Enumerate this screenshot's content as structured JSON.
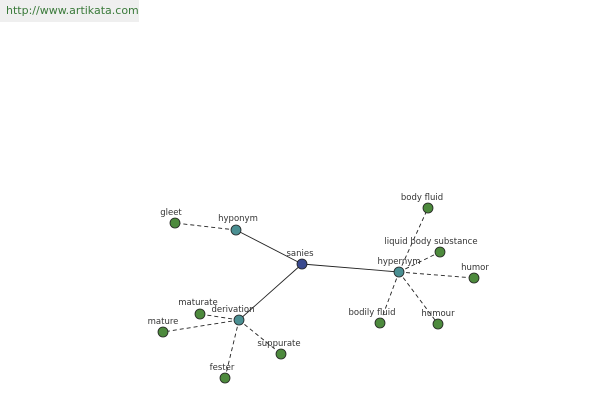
{
  "header": {
    "url": "http://www.artikata.com"
  },
  "colors": {
    "center": "#3a4a8f",
    "category": "#4a8f92",
    "leaf": "#4d8a3d",
    "edge": "#222222"
  },
  "graph": {
    "nodes": [
      {
        "id": "sanies",
        "label": "sanies",
        "kind": "center"
      },
      {
        "id": "hyponym",
        "label": "hyponym",
        "kind": "category"
      },
      {
        "id": "derivation",
        "label": "derivation",
        "kind": "category"
      },
      {
        "id": "hypernym",
        "label": "hypernym",
        "kind": "category"
      },
      {
        "id": "gleet",
        "label": "gleet",
        "kind": "leaf"
      },
      {
        "id": "maturate",
        "label": "maturate",
        "kind": "leaf"
      },
      {
        "id": "mature",
        "label": "mature",
        "kind": "leaf"
      },
      {
        "id": "fester",
        "label": "fester",
        "kind": "leaf"
      },
      {
        "id": "suppurate",
        "label": "suppurate",
        "kind": "leaf"
      },
      {
        "id": "body-fluid",
        "label": "body fluid",
        "kind": "leaf"
      },
      {
        "id": "liquid-body-substance",
        "label": "liquid body substance",
        "kind": "leaf"
      },
      {
        "id": "humor",
        "label": "humor",
        "kind": "leaf"
      },
      {
        "id": "humour",
        "label": "humour",
        "kind": "leaf"
      },
      {
        "id": "bodily-fluid",
        "label": "bodily fluid",
        "kind": "leaf"
      }
    ],
    "edges": [
      {
        "from": "sanies",
        "to": "hyponym",
        "style": "solid"
      },
      {
        "from": "sanies",
        "to": "derivation",
        "style": "solid"
      },
      {
        "from": "sanies",
        "to": "hypernym",
        "style": "solid"
      },
      {
        "from": "hyponym",
        "to": "gleet",
        "style": "dashed"
      },
      {
        "from": "derivation",
        "to": "maturate",
        "style": "dashed"
      },
      {
        "from": "derivation",
        "to": "mature",
        "style": "dashed"
      },
      {
        "from": "derivation",
        "to": "fester",
        "style": "dashed"
      },
      {
        "from": "derivation",
        "to": "suppurate",
        "style": "dashed"
      },
      {
        "from": "hypernym",
        "to": "body-fluid",
        "style": "dashed"
      },
      {
        "from": "hypernym",
        "to": "liquid-body-substance",
        "style": "dashed"
      },
      {
        "from": "hypernym",
        "to": "humor",
        "style": "dashed"
      },
      {
        "from": "hypernym",
        "to": "humour",
        "style": "dashed"
      },
      {
        "from": "hypernym",
        "to": "bodily-fluid",
        "style": "dashed"
      }
    ]
  }
}
